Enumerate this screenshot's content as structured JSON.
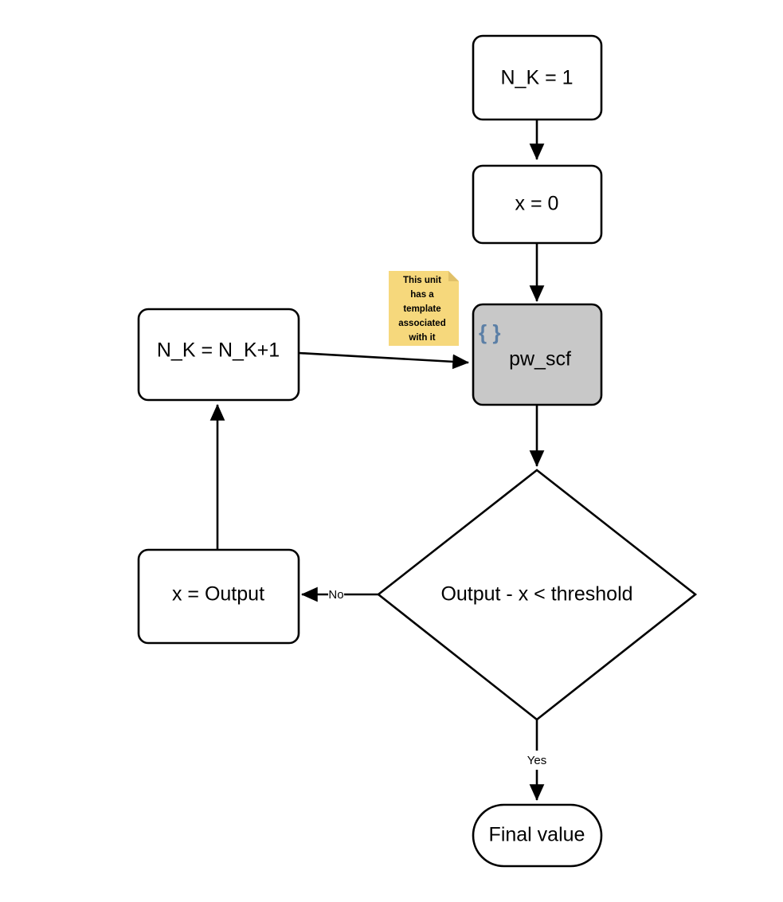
{
  "diagram": {
    "type": "flowchart",
    "title": "",
    "background_color": "#ffffff",
    "stroke_color": "#000000",
    "nodes": [
      {
        "id": "init_nk",
        "label": "N_K = 1",
        "shape": "rounded-rect",
        "fill": "#ffffff"
      },
      {
        "id": "init_x",
        "label": "x = 0",
        "shape": "rounded-rect",
        "fill": "#ffffff"
      },
      {
        "id": "pw_scf",
        "label": "pw_scf",
        "shape": "rounded-rect",
        "fill": "#c8c8c8",
        "badge": "{ }",
        "badge_icon_name": "curly-braces-template-icon",
        "badge_color": "#5b7fa6"
      },
      {
        "id": "increment_nk",
        "label": "N_K = N_K+1",
        "shape": "rounded-rect",
        "fill": "#ffffff"
      },
      {
        "id": "decision",
        "label": "Output - x < threshold",
        "shape": "diamond",
        "fill": "#ffffff"
      },
      {
        "id": "assign_x",
        "label": "x = Output",
        "shape": "rounded-rect",
        "fill": "#ffffff"
      },
      {
        "id": "final",
        "label": "Final value",
        "shape": "stadium",
        "fill": "#ffffff"
      }
    ],
    "edges": [
      {
        "id": "e1",
        "from": "init_nk",
        "to": "init_x",
        "label": ""
      },
      {
        "id": "e2",
        "from": "init_x",
        "to": "pw_scf",
        "label": ""
      },
      {
        "id": "e3",
        "from": "increment_nk",
        "to": "pw_scf",
        "label": ""
      },
      {
        "id": "e4",
        "from": "pw_scf",
        "to": "decision",
        "label": ""
      },
      {
        "id": "e5",
        "from": "decision",
        "to": "assign_x",
        "label": "No"
      },
      {
        "id": "e6",
        "from": "assign_x",
        "to": "increment_nk",
        "label": ""
      },
      {
        "id": "e7",
        "from": "decision",
        "to": "final",
        "label": "Yes"
      }
    ],
    "note": {
      "id": "template_note",
      "lines": [
        "This unit",
        "has a",
        "template",
        "associated",
        "with it"
      ],
      "fill": "#f6d87c",
      "fold_fill": "#e0c068",
      "attached_to": "pw_scf"
    }
  }
}
